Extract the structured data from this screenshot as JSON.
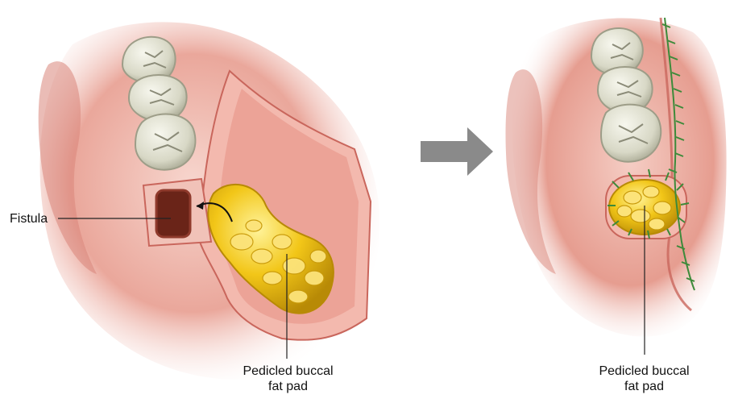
{
  "labels": {
    "fistula": "Fistula",
    "left_pad_line1": "Pedicled buccal",
    "left_pad_line2": "fat pad",
    "right_pad_line1": "Pedicled buccal",
    "right_pad_line2": "fat pad"
  },
  "colors": {
    "mucosa_light": "#f4c9c0",
    "mucosa_mid": "#e59a8e",
    "mucosa_dark": "#c9665c",
    "tooth": "#e6e6d8",
    "tooth_shadow": "#b9b9a6",
    "fat_pad": "#f2c618",
    "fat_pad_dark": "#c99a0a",
    "fistula": "#6a2418",
    "suture": "#3d8a3a",
    "arrow": "#8a8a8a"
  }
}
